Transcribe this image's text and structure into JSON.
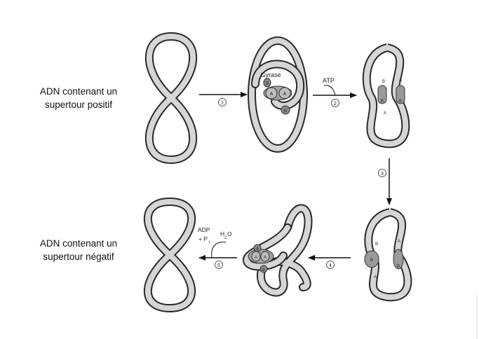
{
  "captions": {
    "top": {
      "line1": "ADN contenant un",
      "line2": "supertour positif"
    },
    "bottom": {
      "line1": "ADN contenant un",
      "line2": "supertour négatif"
    }
  },
  "labels": {
    "gyrase": "Gyrase",
    "atp": "ATP",
    "adp": "ADP",
    "plus_pi": "+ P",
    "pi_sub": "i",
    "water": "H",
    "water_sub": "2",
    "water_o": "O",
    "subunit_a": "A",
    "subunit_b": "B"
  },
  "steps": [
    "1",
    "2",
    "3",
    "4",
    "5"
  ],
  "colors": {
    "dna_fill": "#d6d6d6",
    "dna_outline": "#2a2a2a",
    "enzyme": "#9a9a9a",
    "arrow": "#111111"
  }
}
